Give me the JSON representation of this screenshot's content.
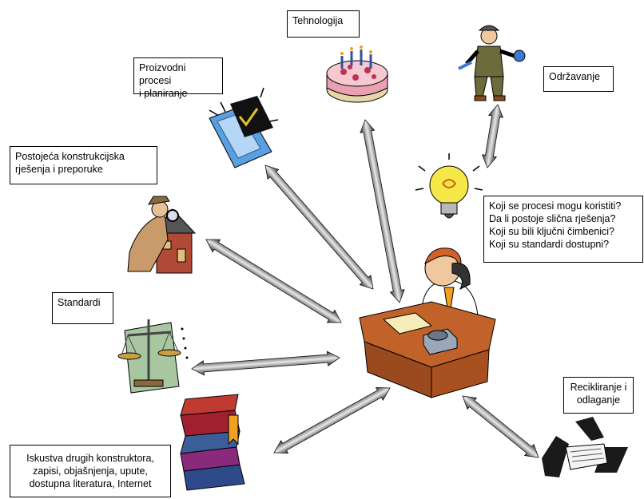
{
  "labels": {
    "tehnologija": "Tehnologija",
    "proizvodni": [
      "Proizvodni procesi",
      "i planiranje"
    ],
    "odrzavanje": "Održavanje",
    "postojeca": [
      "Postojeća konstrukcijska",
      "rješenja i preporuke"
    ],
    "pitanja": [
      "Koji se procesi mogu koristiti?",
      "Da li postoje slična rješenja?",
      "Koji su bili ključni čimbenici?",
      "Koji su standardi dostupni?"
    ],
    "standardi": "Standardi",
    "recikliranje": [
      "Recikliranje i",
      "odlaganje"
    ],
    "iskustva": [
      "Iskustva drugih konstruktora,",
      "zapisi, objašnjenja, upute,",
      "dostupna literatura, Internet"
    ]
  },
  "illustrations": [
    "cake-icon",
    "laptop-icon",
    "mechanic-icon",
    "detective-house-icon",
    "lightbulb-icon",
    "person-at-desk-icon",
    "scales-icon",
    "books-icon",
    "recycle-icon"
  ]
}
